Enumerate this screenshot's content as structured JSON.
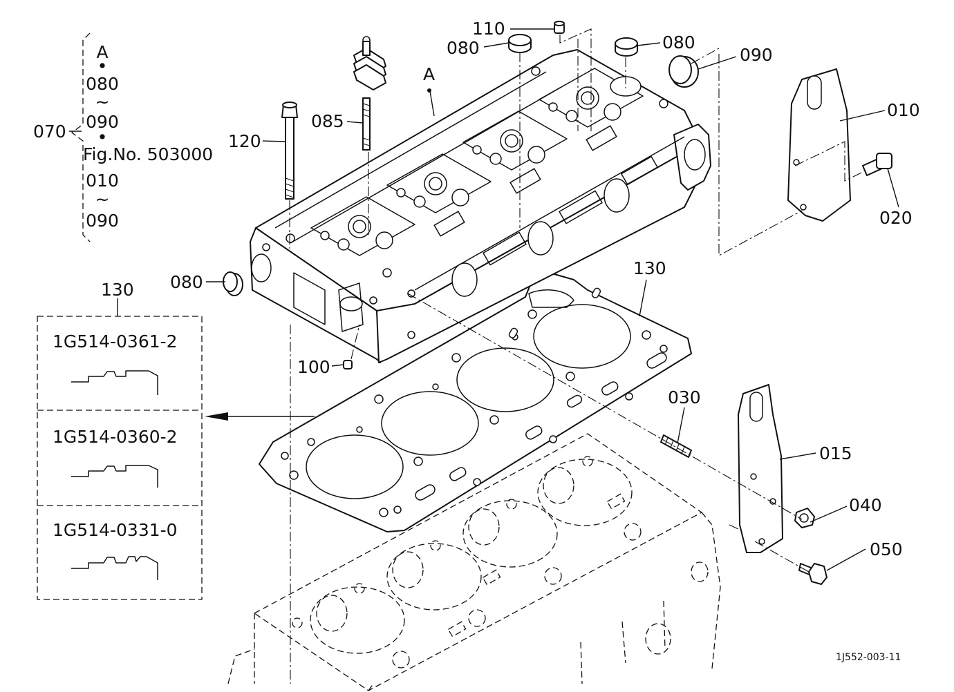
{
  "drawing_code": "1J552-003-11",
  "group_label": {
    "number": "070",
    "lines": [
      "A",
      "•",
      "080",
      "~",
      "090",
      "•",
      "Fig.No. 503000",
      "010",
      "~",
      "090"
    ]
  },
  "reference_mark": "A",
  "callouts": {
    "p010": "010",
    "p015": "015",
    "p020": "020",
    "p030": "030",
    "p040": "040",
    "p050": "050",
    "p080a": "080",
    "p080b": "080",
    "p080c": "080",
    "p085": "085",
    "p090": "090",
    "p100": "100",
    "p110": "110",
    "p120": "120",
    "p130a": "130",
    "p130b": "130"
  },
  "gasket_table": {
    "title": "130",
    "rows": [
      {
        "part_no": "1G514-0361-2"
      },
      {
        "part_no": "1G514-0360-2"
      },
      {
        "part_no": "1G514-0331-0"
      }
    ]
  }
}
